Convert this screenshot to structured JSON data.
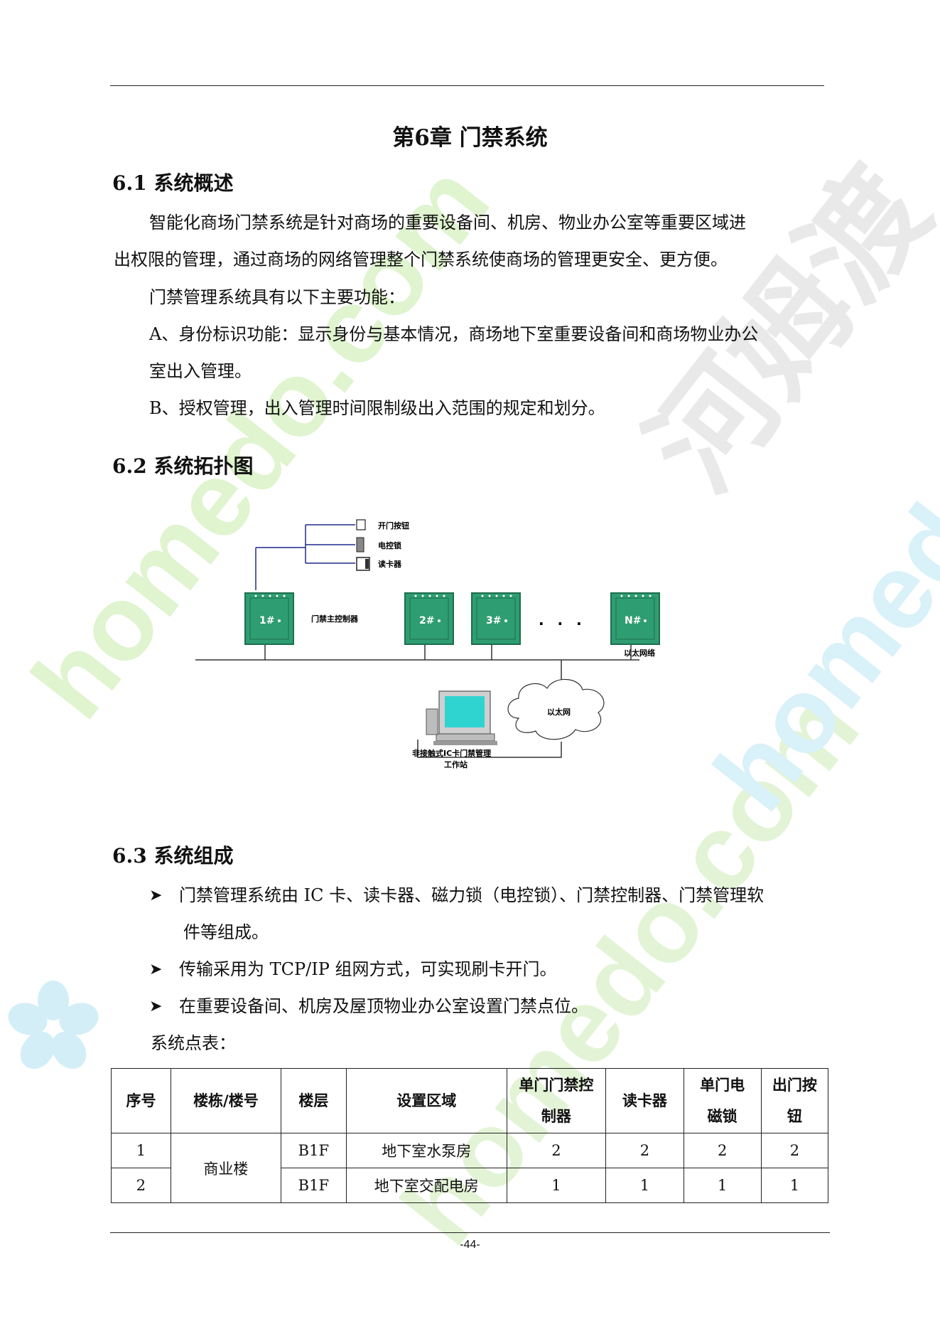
{
  "watermark": {
    "left_text": "homedo.com",
    "right_text": "homedo.com",
    "brand_cn": "河姆渡",
    "color_green": "#d6f2c4",
    "color_blue": "#cdeef7"
  },
  "chapter": {
    "title": "第6章 门禁系统"
  },
  "sections": [
    {
      "heading": "6.1 系统概述",
      "paragraphs": [
        "智能化商场门禁系统是针对商场的重要设备间、机房、物业办公室等重要区域进",
        "出权限的管理，通过商场的网络管理整个门禁系统使商场的管理更安全、更方便。",
        "门禁管理系统具有以下主要功能：",
        "A、身份标识功能：显示身份与基本情况，商场地下室重要设备间和商场物业办公",
        "室出入管理。",
        "B、授权管理，出入管理时间限制级出入范围的规定和划分。"
      ]
    },
    {
      "heading": "6.2 系统拓扑图"
    },
    {
      "heading": "6.3 系统组成",
      "bullets": [
        "门禁管理系统由 IC 卡、读卡器、磁力锁（电控锁）、门禁控制器、门禁管理软",
        "件等组成。",
        "传输采用为 TCP/IP 组网方式，可实现刷卡开门。",
        "在重要设备间、机房及屋顶物业办公室设置门禁点位。"
      ],
      "table_caption": "系统点表："
    }
  ],
  "diagram": {
    "devices": [
      "开门按钮",
      "电控锁",
      "读卡器"
    ],
    "controllers": [
      "1#",
      "2#",
      "3#",
      "N#"
    ],
    "controller_label": "门禁主控制器",
    "ellipsis": "· · ·",
    "bus_label": "以太网络",
    "cloud_label": "以太网",
    "workstation_label_1": "非接触式IC卡门禁管理",
    "workstation_label_2": "工作站",
    "colors": {
      "cabinet": "#2f9d72",
      "cabinet_dark": "#1c6e4f",
      "line": "#1f2a8a",
      "bus": "#333333"
    }
  },
  "table": {
    "headers": [
      [
        "序号"
      ],
      [
        "楼栋/楼号"
      ],
      [
        "楼层"
      ],
      [
        "设置区域"
      ],
      [
        "单门门禁控",
        "制器"
      ],
      [
        "读卡器"
      ],
      [
        "单门电",
        "磁锁"
      ],
      [
        "出门按",
        "钮"
      ]
    ],
    "rows": [
      {
        "no": "1",
        "building": "商业楼",
        "floor": "B1F",
        "area": "地下室水泵房",
        "controller": "2",
        "reader": "2",
        "lock": "2",
        "button": "2"
      },
      {
        "no": "2",
        "building": "商业楼",
        "floor": "B1F",
        "area": "地下室交配电房",
        "controller": "1",
        "reader": "1",
        "lock": "1",
        "button": "1"
      }
    ]
  },
  "footer": {
    "page_number": "-44-"
  }
}
